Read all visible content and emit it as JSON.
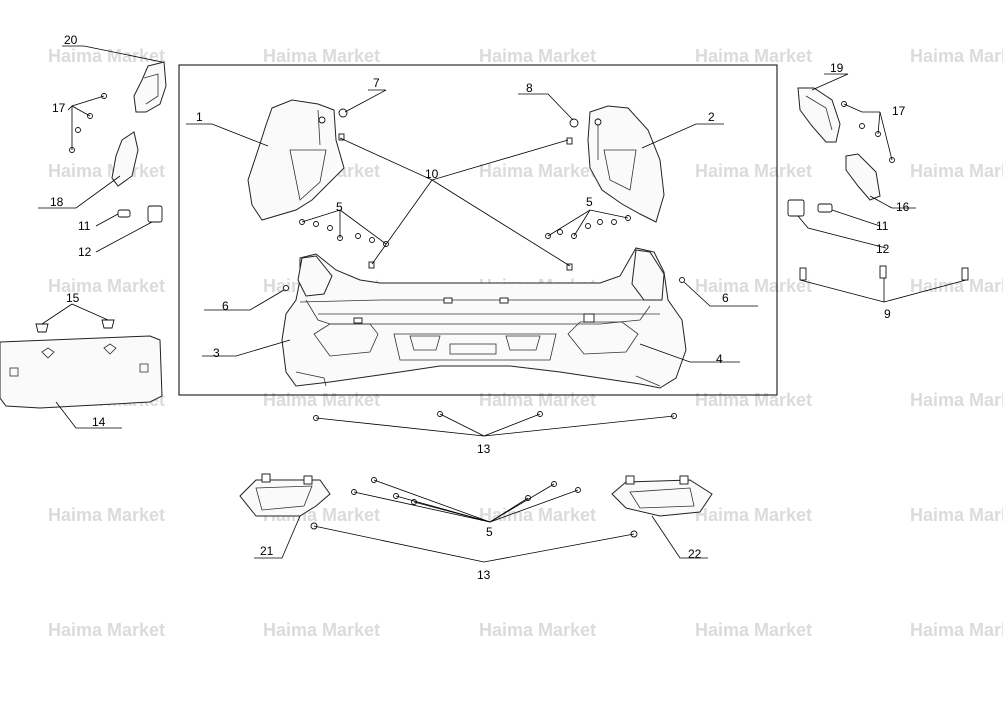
{
  "watermark": "Haima Market",
  "callouts": {
    "c1": "1",
    "c2": "2",
    "c3": "3",
    "c4": "4",
    "c5_left": "5",
    "c5_right": "5",
    "c5_bottom": "5",
    "c6_left": "6",
    "c6_right": "6",
    "c7": "7",
    "c8": "8",
    "c9": "9",
    "c10": "10",
    "c11_left": "11",
    "c11_right": "11",
    "c12_left": "12",
    "c12_right": "12",
    "c13_top": "13",
    "c13_bottom": "13",
    "c14": "14",
    "c15": "15",
    "c16": "16",
    "c17_left": "17",
    "c17_right": "17",
    "c18": "18",
    "c19": "19",
    "c20": "20",
    "c21": "21",
    "c22": "22"
  },
  "colors": {
    "line": "#000000",
    "watermark": "#d0d0d0",
    "background": "#ffffff"
  }
}
